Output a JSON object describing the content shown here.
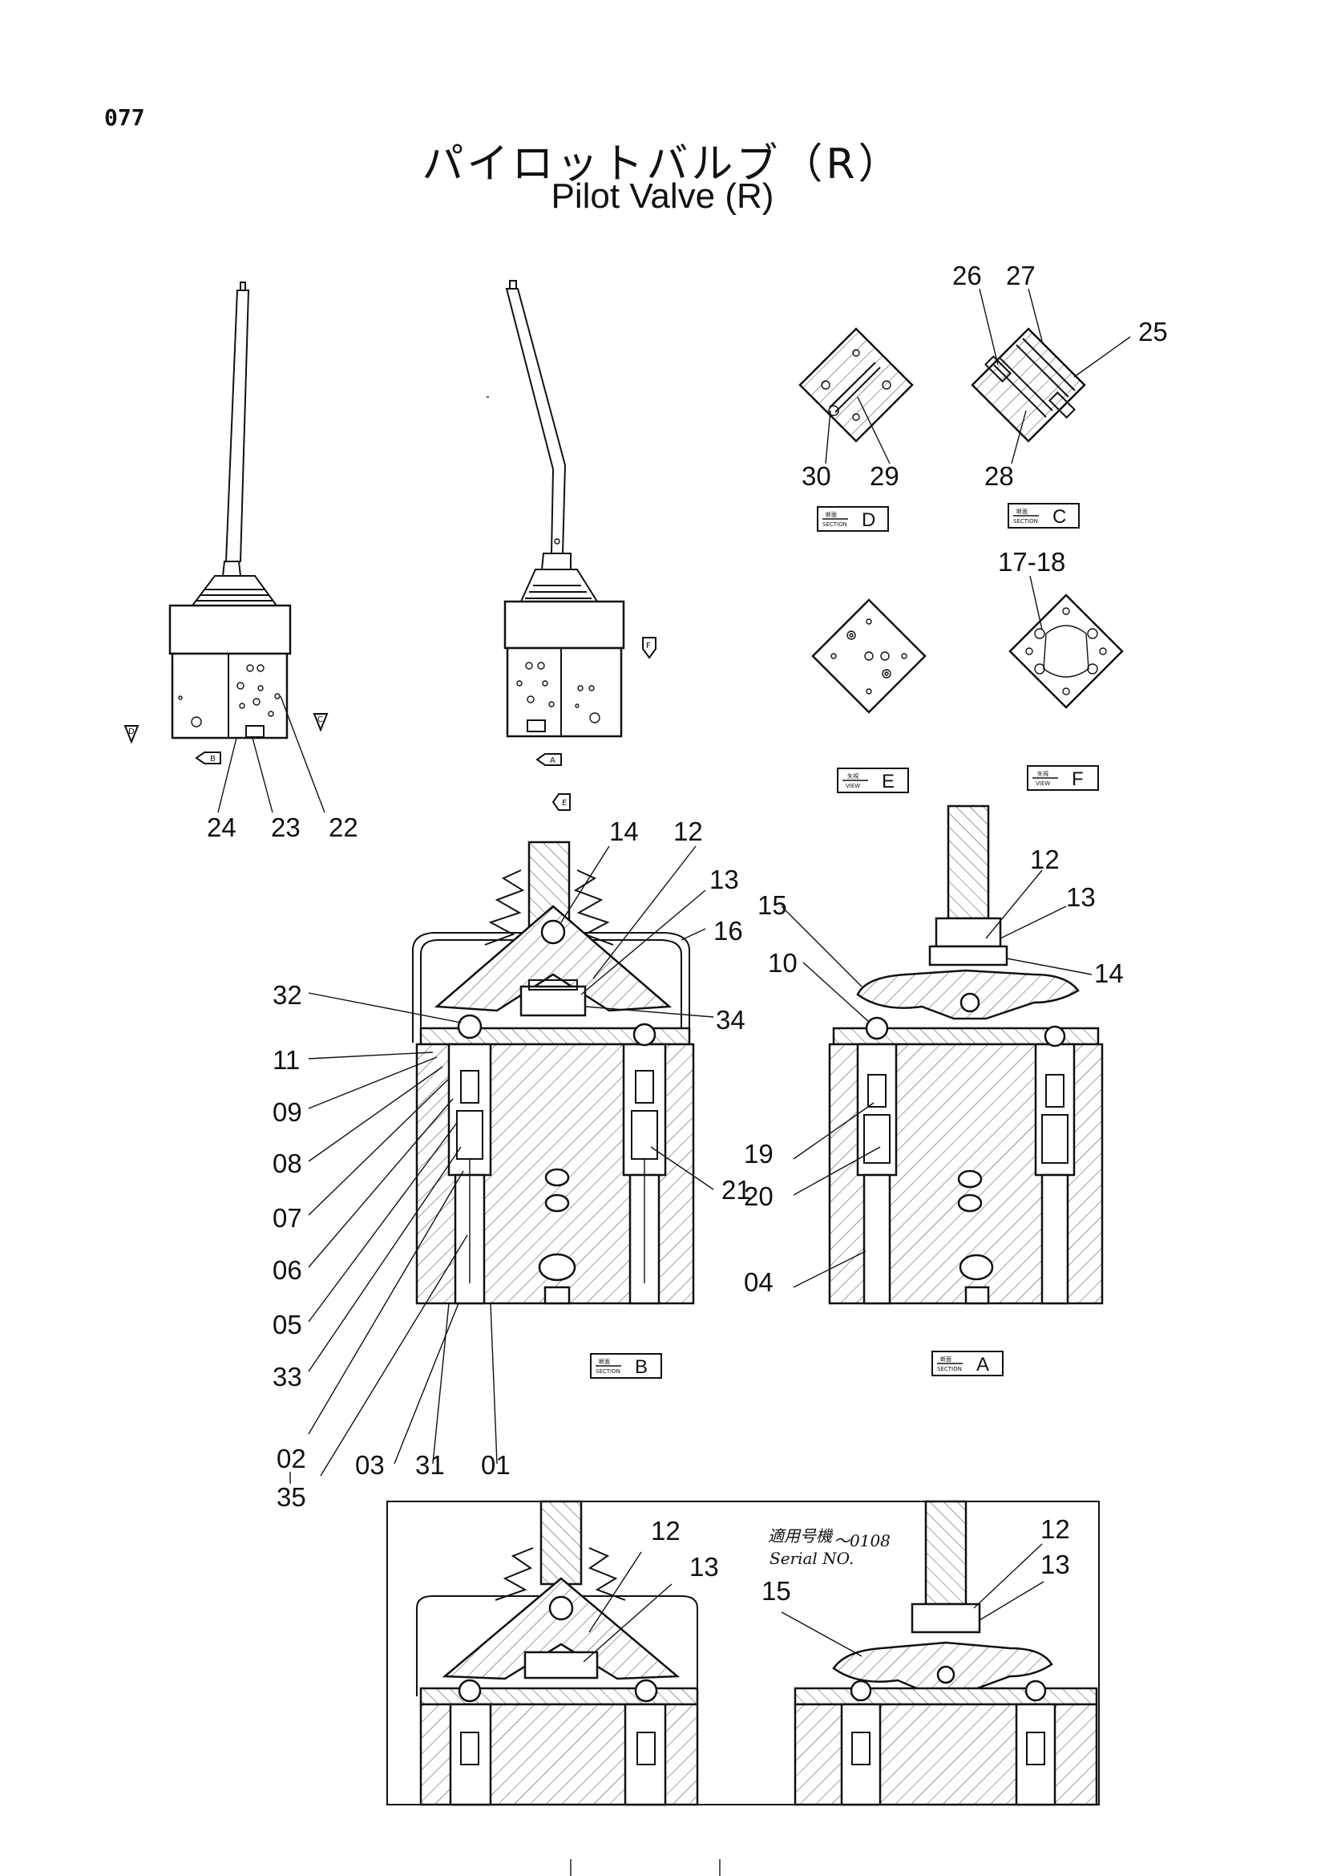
{
  "page_number": "077",
  "title_jp": "パイロットバルブ（R）",
  "title_en": "Pilot Valve (R)",
  "section_tags": [
    {
      "id": "sec-d",
      "top": "断面",
      "bottom": "SECTION",
      "letter": "D"
    },
    {
      "id": "sec-c",
      "top": "断面",
      "bottom": "SECTION",
      "letter": "C"
    },
    {
      "id": "view-e",
      "top": "矢視",
      "bottom": "VIEW",
      "letter": "E"
    },
    {
      "id": "view-f",
      "top": "矢視",
      "bottom": "VIEW",
      "letter": "F"
    },
    {
      "id": "sec-b",
      "top": "断面",
      "bottom": "SECTION",
      "letter": "B"
    },
    {
      "id": "sec-a",
      "top": "断面",
      "bottom": "SECTION",
      "letter": "A"
    }
  ],
  "arrow_letters": [
    "D",
    "B",
    "C",
    "F",
    "A",
    "E"
  ],
  "callouts": {
    "c24": "24",
    "c23": "23",
    "c22": "22",
    "c26": "26",
    "c27": "27",
    "c25": "25",
    "c28": "28",
    "c30": "30",
    "c29": "29",
    "c1718": "17-18",
    "b14": "14",
    "b12": "12",
    "b13": "13",
    "b16": "16",
    "b34": "34",
    "b32": "32",
    "b11": "11",
    "b09": "09",
    "b08": "08",
    "b07": "07",
    "b06": "06",
    "b05": "05",
    "b33": "33",
    "b02": "02",
    "b35": "35",
    "b03": "03",
    "b31": "31",
    "b01": "01",
    "b21": "21",
    "a12": "12",
    "a13": "13",
    "a15": "15",
    "a14": "14",
    "a10": "10",
    "a19": "19",
    "a20": "20",
    "a04": "04",
    "i12a": "12",
    "i13a": "13",
    "i12b": "12",
    "i13b": "13",
    "i15": "15"
  },
  "inset": {
    "serial_jp": "適用号機",
    "serial_range": "～0108",
    "serial_en": "Serial NO."
  }
}
